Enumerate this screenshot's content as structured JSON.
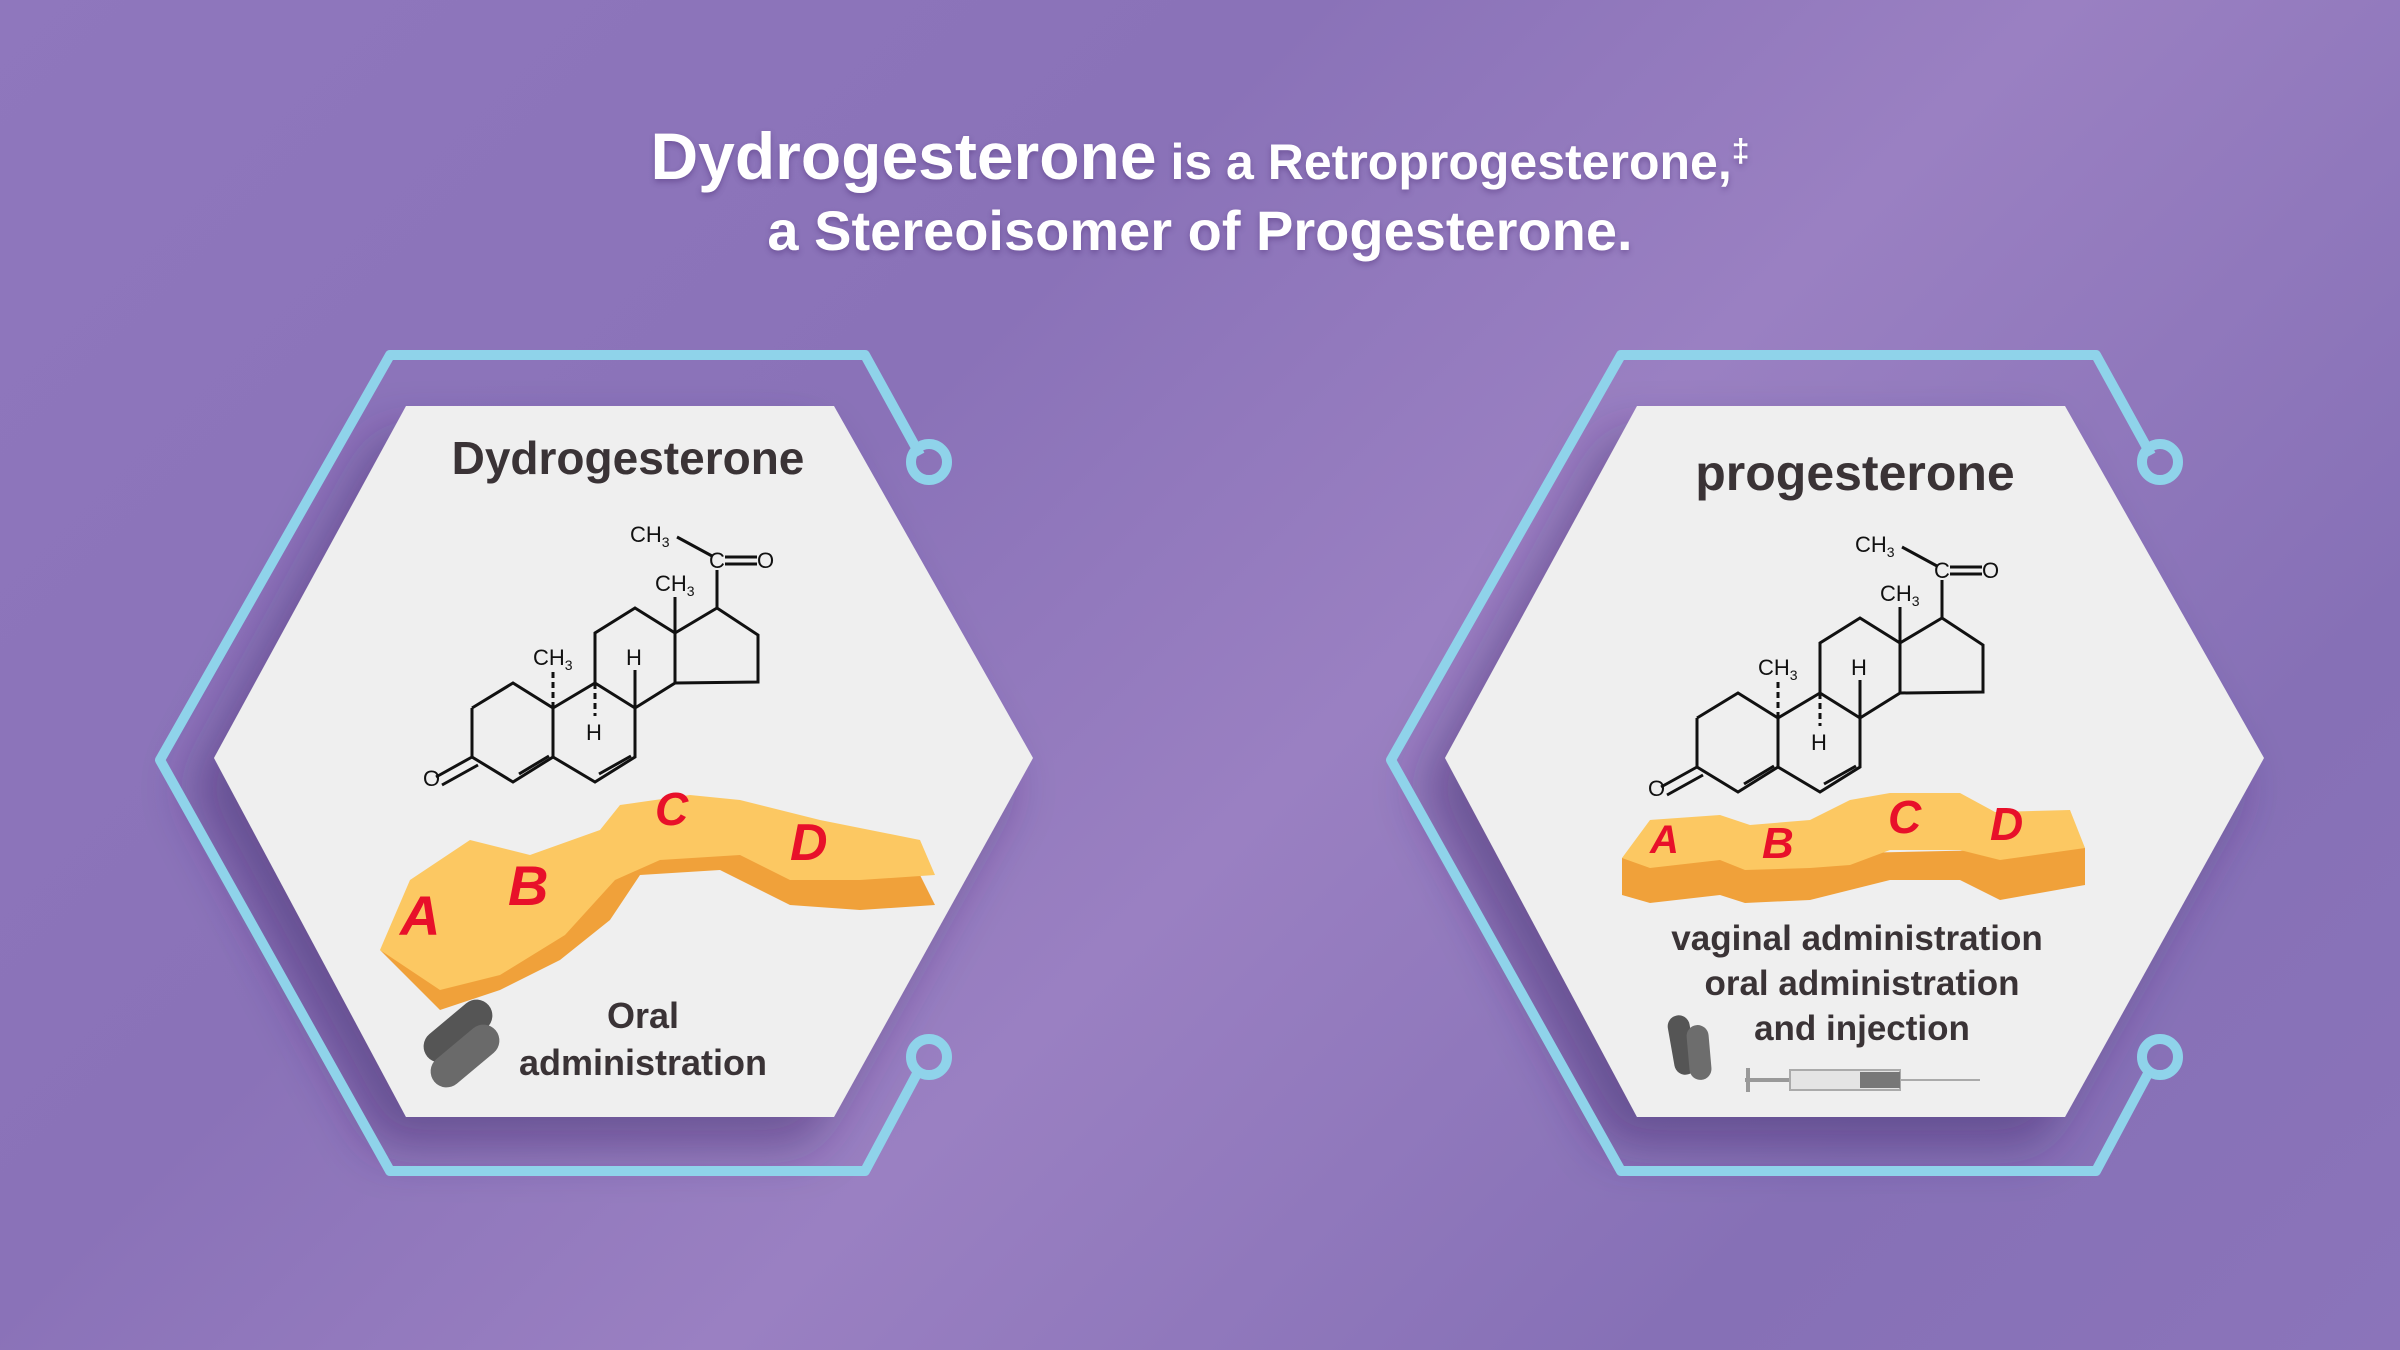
{
  "title": {
    "subject": "Dydrogesterone",
    "middle": " is a Retroprogesterone,",
    "dagger": "‡",
    "line2": "a Stereoisomer of Progesterone."
  },
  "cards": [
    {
      "name": "Dydrogesterone",
      "admin_lines": [
        "Oral",
        "administration"
      ],
      "rings": [
        "A",
        "B",
        "C",
        "D"
      ],
      "icons": [
        "capsule-icon"
      ]
    },
    {
      "name": "progesterone",
      "admin_lines": [
        "vaginal administration",
        "oral administration",
        "and injection"
      ],
      "rings": [
        "A",
        "B",
        "C",
        "D"
      ],
      "icons": [
        "capsule-icon",
        "syringe-icon"
      ]
    }
  ],
  "molecule_labels": {
    "ch3": "CH",
    "sub3": "3",
    "h": "H",
    "c": "C",
    "o": "O"
  },
  "colors": {
    "background": "#8a73b8",
    "frame": "#8fd3ea",
    "card": "#efefef",
    "block": "#fbc35a",
    "ring_letter": "#e8102a"
  }
}
